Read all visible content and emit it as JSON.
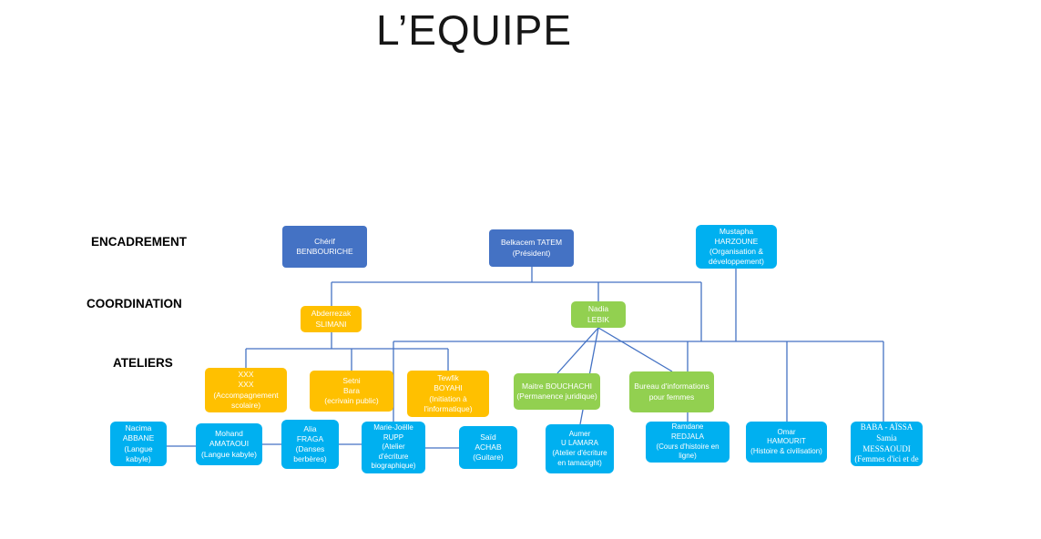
{
  "title": "L’EQUIPE",
  "rows": {
    "encadrement": "ENCADREMENT",
    "coordination": "COORDINATION",
    "ateliers": "ATELIERS"
  },
  "colors": {
    "dark_blue": "#4472C4",
    "cyan": "#00B0F0",
    "orange": "#FFC000",
    "green": "#92D050",
    "connector": "#4472C4",
    "title_text": "#161616"
  },
  "nodes": {
    "benbouriche": {
      "text": "Chérif\nBENBOURICHE",
      "color": "dark_blue"
    },
    "tatem": {
      "text": "Belkacem TATEM\n(Président)",
      "color": "dark_blue"
    },
    "harzoune": {
      "text": "Mustapha HARZOUNE\n(Organisation &\ndéveloppement)",
      "color": "cyan"
    },
    "slimani": {
      "text": "Abderrezak\nSLIMANI",
      "color": "orange"
    },
    "lebik": {
      "text": "Nadia\nLEBIK",
      "color": "green"
    },
    "xxx": {
      "text": "XXX\nXXX\n(Accompagnement\nscolaire)",
      "color": "orange"
    },
    "bara": {
      "text": "Setni\nBara\n(ecrivain public)",
      "color": "orange"
    },
    "boyahi": {
      "text": "Tewfik\nBOYAHI\n(Initiation à\nl'informatique)",
      "color": "orange"
    },
    "bouchachi": {
      "text": "Maitre BOUCHACHI\n(Permanence juridique)",
      "color": "green"
    },
    "bureau_femmes": {
      "text": "Bureau d'informations\npour femmes",
      "color": "green"
    },
    "abbane": {
      "text": "Nacima\nABBANE\n(Langue kabyle)",
      "color": "cyan"
    },
    "amataoui": {
      "text": "Mohand\nAMATAOUI\n(Langue kabyle)",
      "color": "cyan"
    },
    "fraga": {
      "text": "Alia\nFRAGA\n(Danses\nberbères)",
      "color": "cyan"
    },
    "rupp": {
      "text": "Marie-Joëlle\nRUPP\n(Atelier\nd'écriture\nbiographique)",
      "color": "cyan"
    },
    "achab": {
      "text": "Saïd\nACHAB\n(Guitare)",
      "color": "cyan"
    },
    "lamara": {
      "text": "Aumer\nU LAMARA\n(Atelier d'écriture\nen tamazight)",
      "color": "cyan"
    },
    "redjala": {
      "text": "Ramdane\nREDJALA\n(Cours d'histoire en ligne)",
      "color": "cyan"
    },
    "hamourit": {
      "text": "Omar\nHAMOURIT\n(Histoire & civilisation)",
      "color": "cyan"
    },
    "messaoudi": {
      "text": "BABA - AÏSSA\nSamia MESSAOUDI\n(Femmes d'ici et de",
      "color": "cyan"
    }
  }
}
